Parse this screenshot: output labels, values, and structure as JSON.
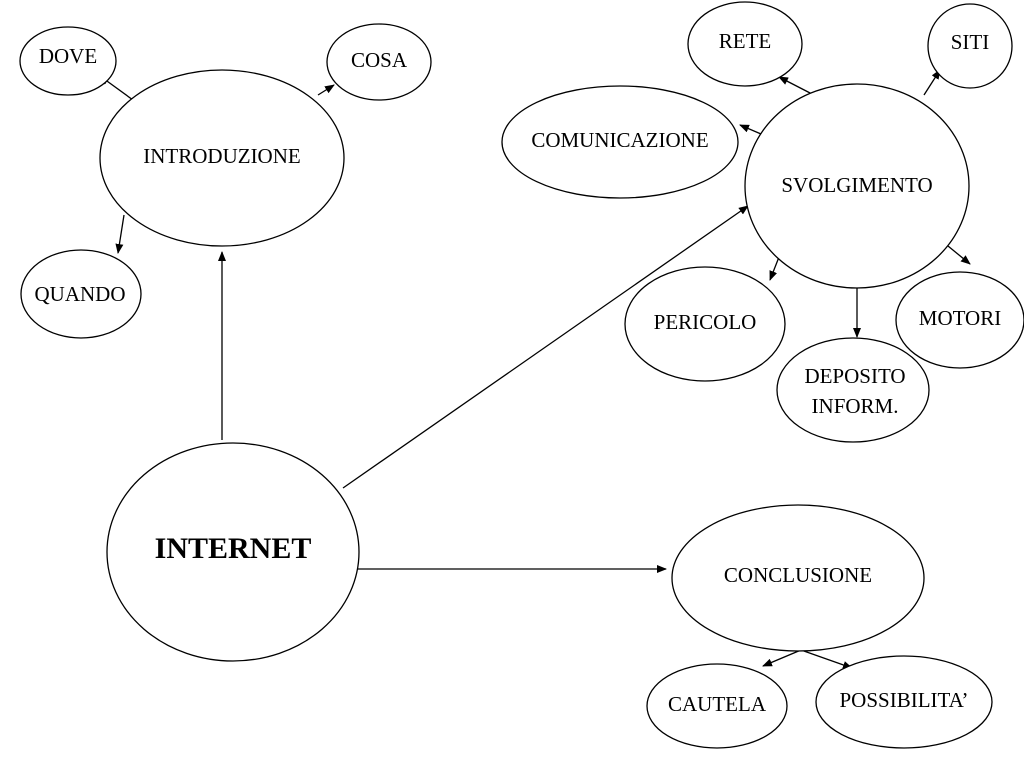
{
  "diagram": {
    "nodes": {
      "internet": "INTERNET",
      "introduzione": "INTRODUZIONE",
      "dove": "DOVE",
      "cosa": "COSA",
      "quando": "QUANDO",
      "svolgimento": "SVOLGIMENTO",
      "rete": "RETE",
      "siti": "SITI",
      "comunicazione": "COMUNICAZIONE",
      "pericolo": "PERICOLO",
      "deposito_line1": "DEPOSITO",
      "deposito_line2": "INFORM.",
      "motori": "MOTORI",
      "conclusione": "CONCLUSIONE",
      "cautela": "CAUTELA",
      "possibilita": "POSSIBILITA’"
    },
    "colors": {
      "stroke": "#000000",
      "fill": "#ffffff",
      "text": "#000000"
    }
  }
}
